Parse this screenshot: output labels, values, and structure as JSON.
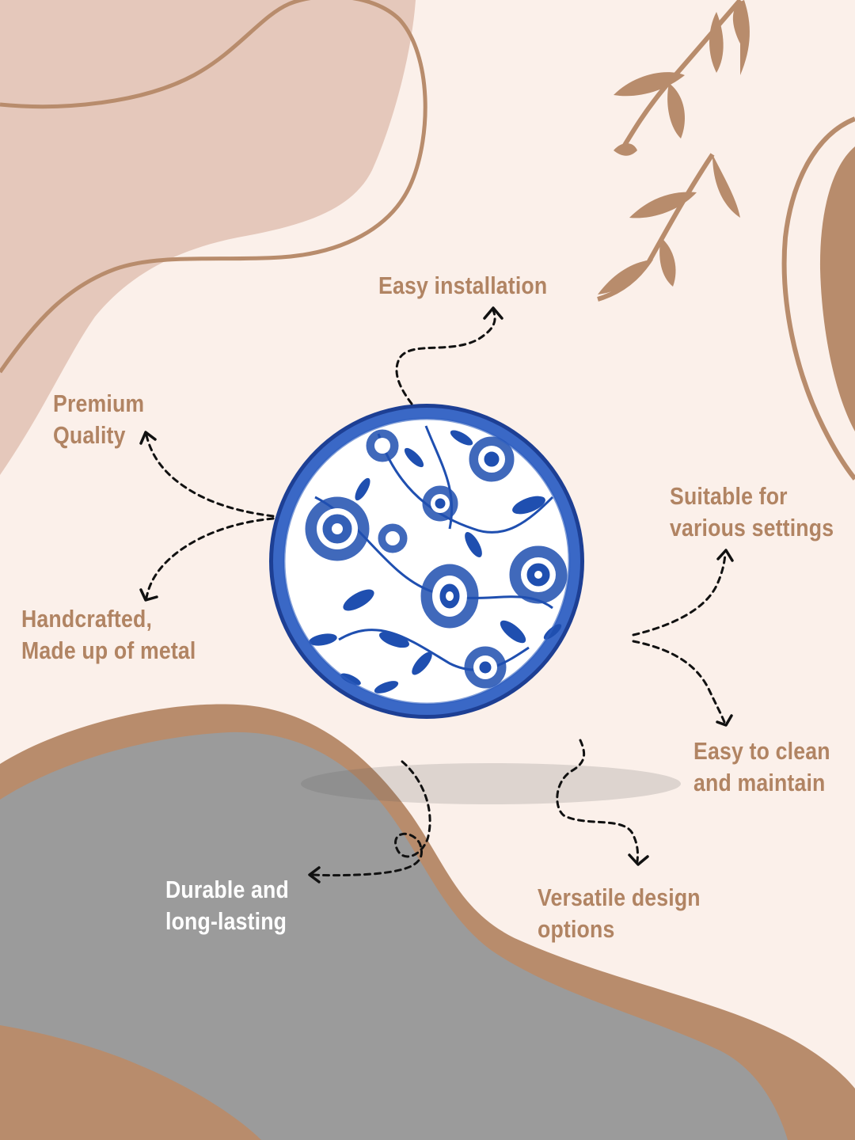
{
  "theme": {
    "background": "#fbf0ea",
    "blush": "#e5c8bb",
    "tan": "#b88c6c",
    "text_tan": "#b18463",
    "grey": "#9b9b9b",
    "white_text": "#ffffff",
    "plate_blue": "#1f4fb0"
  },
  "features": {
    "easy_installation": "Easy installation",
    "premium_quality": [
      "Premium",
      "Quality"
    ],
    "handcrafted": [
      "Handcrafted,",
      "Made up of metal"
    ],
    "suitable": [
      "Suitable for",
      "various settings"
    ],
    "easy_clean": [
      "Easy to clean",
      "and maintain"
    ],
    "versatile": [
      "Versatile design",
      "options"
    ],
    "durable": [
      "Durable and",
      "long-lasting"
    ]
  },
  "product": {
    "name": "blue-floral-round-metal-tray",
    "pattern": "blue floral on white"
  }
}
